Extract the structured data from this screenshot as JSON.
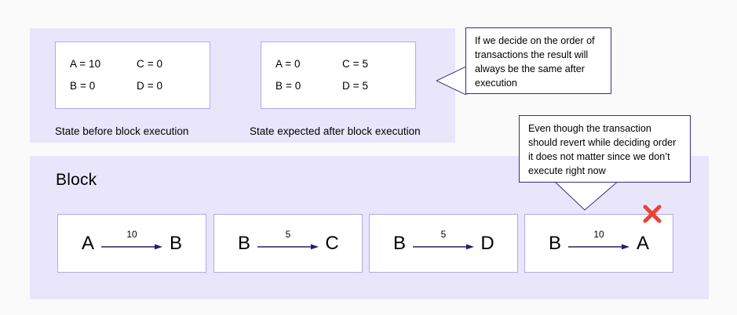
{
  "diagram": {
    "state_panel": {
      "cards": [
        {
          "id": "before",
          "entries": [
            "A = 10",
            "C = 0",
            "B = 0",
            "D = 0"
          ],
          "caption": "State before block execution"
        },
        {
          "id": "after",
          "entries": [
            "A = 0",
            "C = 5",
            "B = 0",
            "D = 5"
          ],
          "caption": "State expected after block execution"
        }
      ]
    },
    "block_panel": {
      "title": "Block",
      "transactions": [
        {
          "from": "A",
          "amount": "10",
          "to": "B",
          "reverted": false
        },
        {
          "from": "B",
          "amount": "5",
          "to": "C",
          "reverted": false
        },
        {
          "from": "B",
          "amount": "5",
          "to": "D",
          "reverted": false
        },
        {
          "from": "B",
          "amount": "10",
          "to": "A",
          "reverted": true
        }
      ],
      "revert_marker": "red-x-icon"
    },
    "callouts": [
      {
        "id": "order",
        "text": "If we decide on the order of transactions the result will always be the same after execution",
        "tail": "left"
      },
      {
        "id": "revert",
        "text": "Even though the transaction should revert while deciding order it does not matter since we don’t execute right now",
        "tail": "down"
      }
    ],
    "colors": {
      "panel_background": "#e9e6fb",
      "card_background": "#ffffff",
      "card_border": "#b3a9ef",
      "callout_border": "#3b2a87",
      "arrow": "#2b1b69",
      "revert_x": "#ea4335",
      "page_background": "#fafafa",
      "text": "#000000"
    }
  }
}
